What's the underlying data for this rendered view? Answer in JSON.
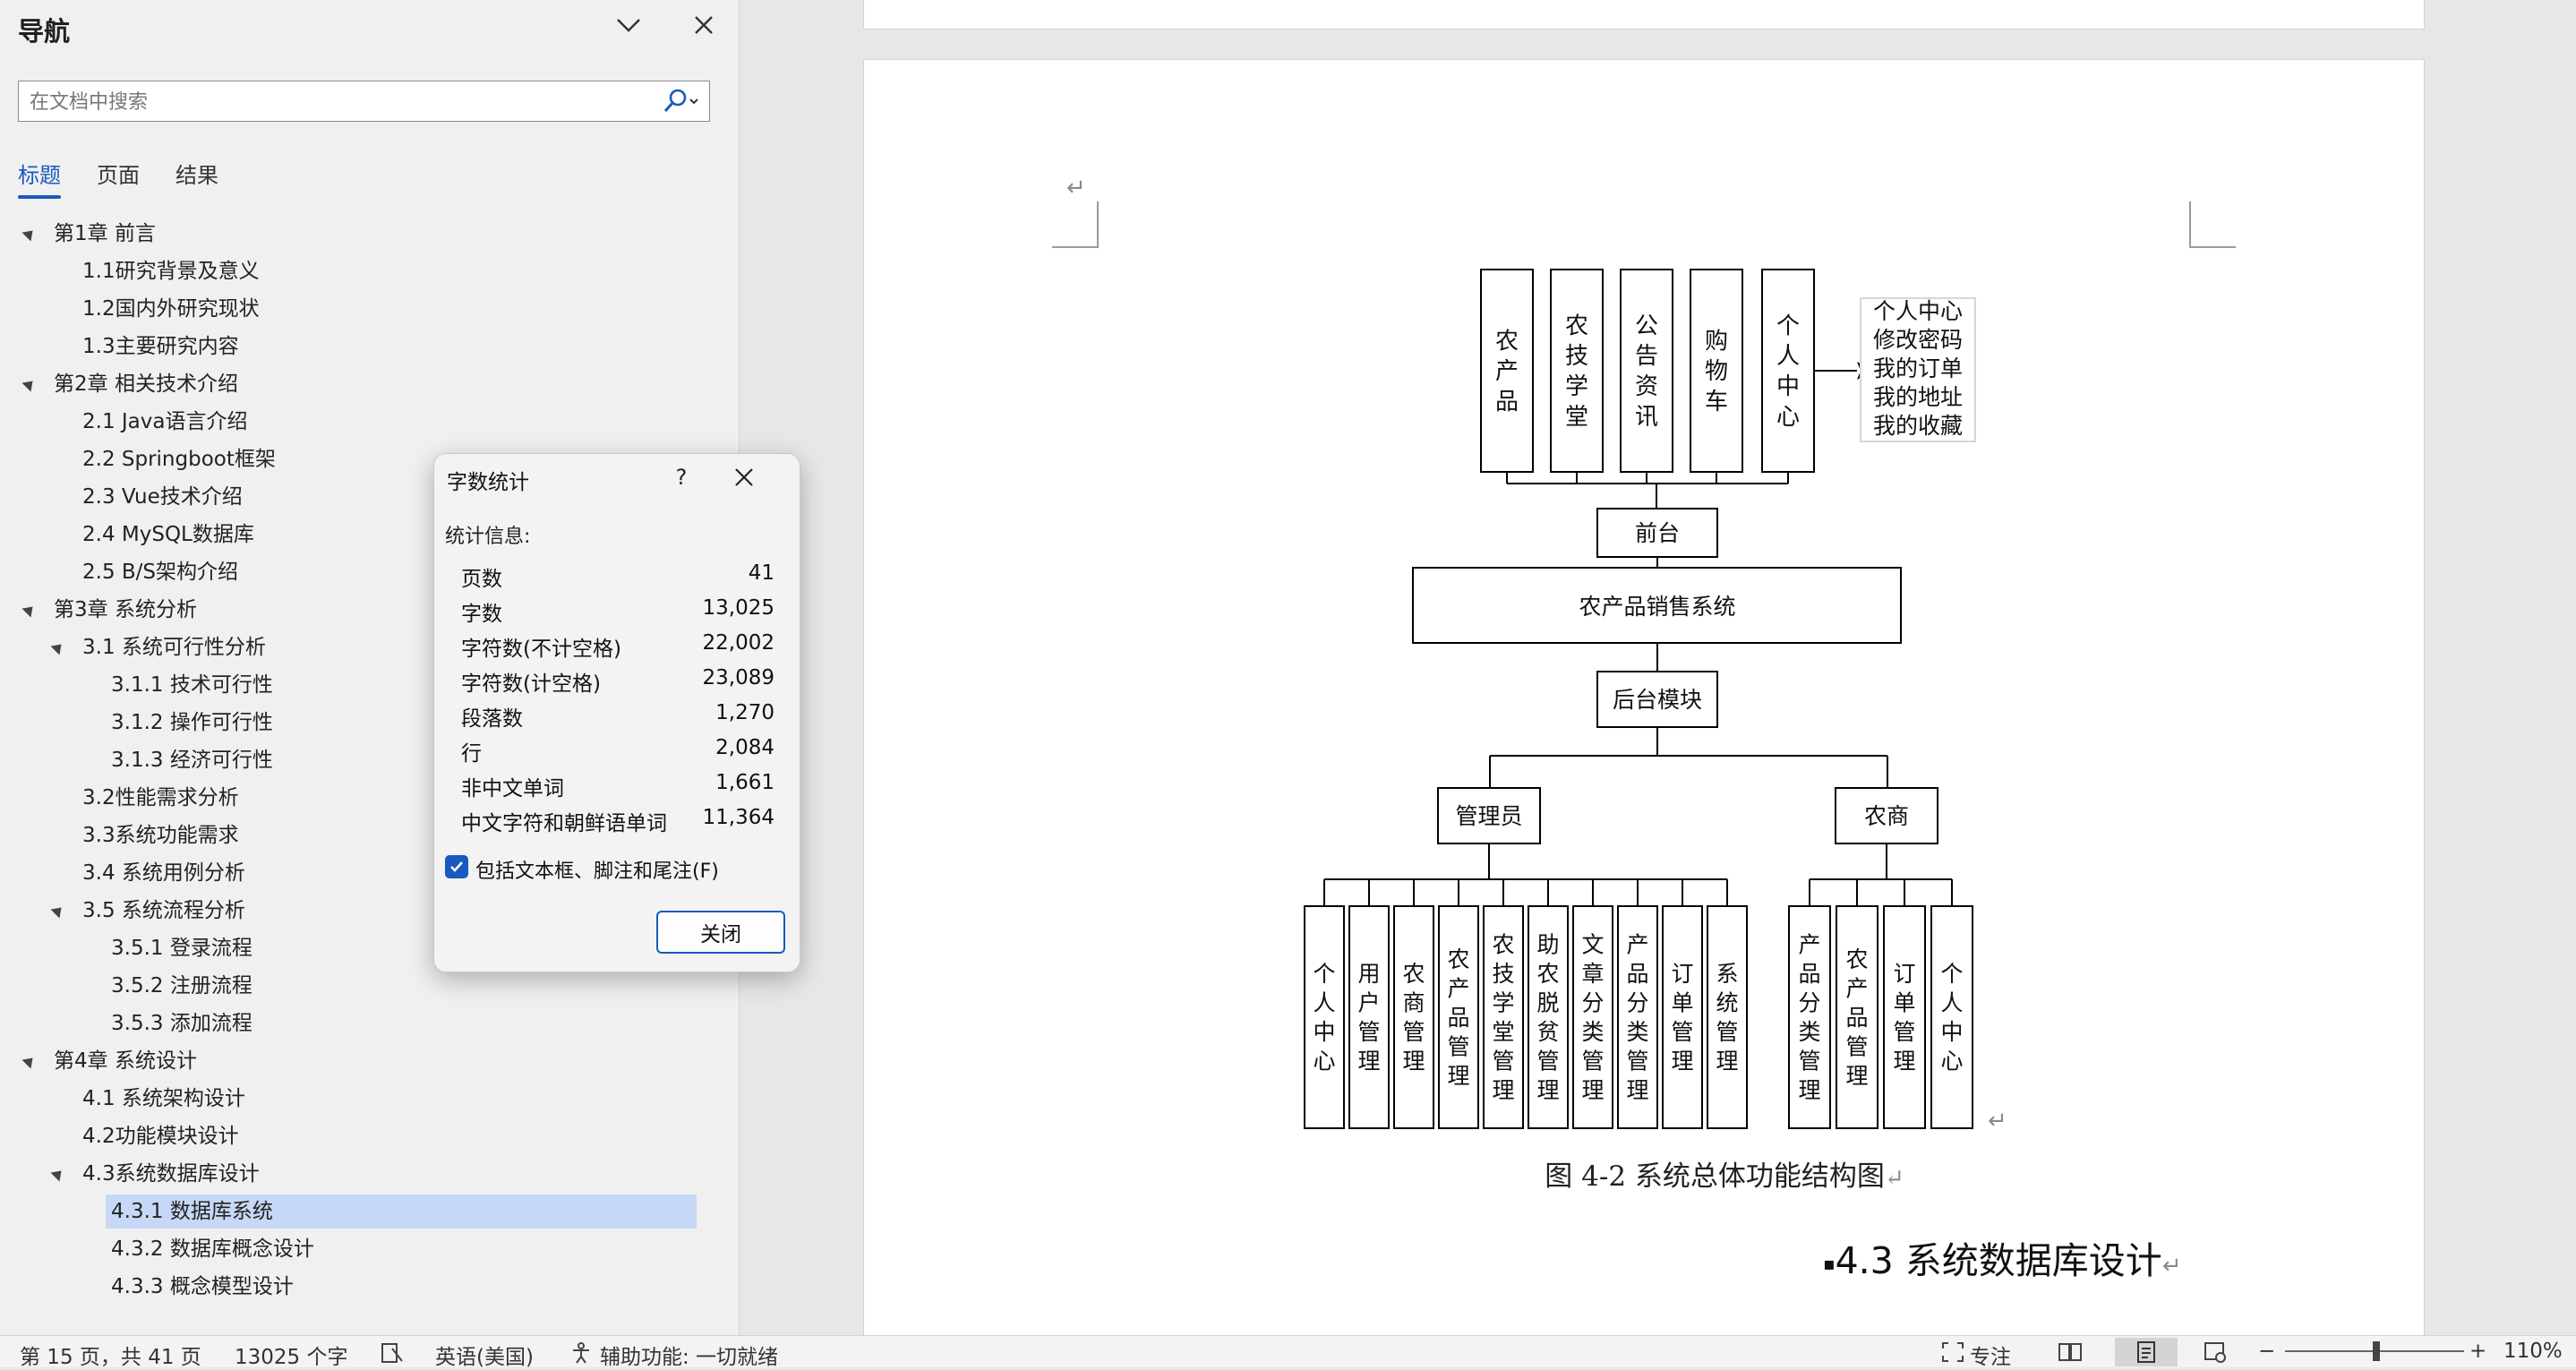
{
  "nav": {
    "title": "导航",
    "search_placeholder": "在文档中搜索",
    "tabs": [
      {
        "label": "标题",
        "active": true
      },
      {
        "label": "页面",
        "active": false
      },
      {
        "label": "结果",
        "active": false
      }
    ],
    "headings": [
      {
        "label": "第1章 前言",
        "level": 1,
        "expanded": true
      },
      {
        "label": "1.1研究背景及意义",
        "level": 2
      },
      {
        "label": "1.2国内外研究现状",
        "level": 2
      },
      {
        "label": "1.3主要研究内容",
        "level": 2
      },
      {
        "label": "第2章 相关技术介绍",
        "level": 1,
        "expanded": true
      },
      {
        "label": "2.1 Java语言介绍",
        "level": 2
      },
      {
        "label": "2.2 Springboot框架",
        "level": 2
      },
      {
        "label": "2.3 Vue技术介绍",
        "level": 2
      },
      {
        "label": "2.4 MySQL数据库",
        "level": 2
      },
      {
        "label": "2.5 B/S架构介绍",
        "level": 2
      },
      {
        "label": "第3章 系统分析",
        "level": 1,
        "expanded": true
      },
      {
        "label": "3.1 系统可行性分析",
        "level": 2,
        "expanded": true
      },
      {
        "label": "3.1.1 技术可行性",
        "level": 3
      },
      {
        "label": "3.1.2 操作可行性",
        "level": 3
      },
      {
        "label": "3.1.3 经济可行性",
        "level": 3
      },
      {
        "label": "3.2性能需求分析",
        "level": 2
      },
      {
        "label": "3.3系统功能需求",
        "level": 2
      },
      {
        "label": "3.4 系统用例分析",
        "level": 2
      },
      {
        "label": "3.5 系统流程分析",
        "level": 2,
        "expanded": true
      },
      {
        "label": "3.5.1 登录流程",
        "level": 3
      },
      {
        "label": "3.5.2 注册流程",
        "level": 3
      },
      {
        "label": "3.5.3 添加流程",
        "level": 3
      },
      {
        "label": "第4章 系统设计",
        "level": 1,
        "expanded": true
      },
      {
        "label": "4.1 系统架构设计",
        "level": 2
      },
      {
        "label": "4.2功能模块设计",
        "level": 2
      },
      {
        "label": "4.3系统数据库设计",
        "level": 2,
        "expanded": true
      },
      {
        "label": "4.3.1 数据库系统",
        "level": 3,
        "selected": true
      },
      {
        "label": "4.3.2 数据库概念设计",
        "level": 3
      },
      {
        "label": "4.3.3 概念模型设计",
        "level": 3
      }
    ]
  },
  "dialog": {
    "title": "字数统计",
    "help": "?",
    "section_label": "统计信息:",
    "stats": [
      {
        "label": "页数",
        "value": "41"
      },
      {
        "label": "字数",
        "value": "13,025"
      },
      {
        "label": "字符数(不计空格)",
        "value": "22,002"
      },
      {
        "label": "字符数(计空格)",
        "value": "23,089"
      },
      {
        "label": "段落数",
        "value": "1,270"
      },
      {
        "label": "行",
        "value": "2,084"
      },
      {
        "label": "非中文单词",
        "value": "1,661"
      },
      {
        "label": "中文字符和朝鲜语单词",
        "value": "11,364"
      }
    ],
    "checkbox_label": "包括文本框、脚注和尾注(F)",
    "checkbox_checked": true,
    "close_label": "关闭"
  },
  "document": {
    "figure": {
      "front_modules": [
        "农产品",
        "农技学堂",
        "公告资讯",
        "购物车",
        "个人中心"
      ],
      "personal_center_items": [
        "个人中心",
        "修改密码",
        "我的订单",
        "我的地址",
        "我的收藏"
      ],
      "front_label": "前台",
      "system_label": "农产品销售系统",
      "backend_label": "后台模块",
      "admin_label": "管理员",
      "merchant_label": "农商",
      "admin_modules": [
        "个人中心",
        "用户管理",
        "农商管理",
        "农产品管理",
        "农技学堂管理",
        "助农脱贫管理",
        "文章分类管理",
        "产品分类管理",
        "订单管理",
        "系统管理"
      ],
      "merchant_modules": [
        "产品分类管理",
        "农产品管理",
        "订单管理",
        "个人中心"
      ]
    },
    "caption": "图 4-2  系统总体功能结构图",
    "section_heading": "4.3 系统数据库设计",
    "paragraph_mark": "↵"
  },
  "status_bar": {
    "page_info": "第 15 页，共 41 页",
    "word_count": "13025 个字",
    "language": "英语(美国)",
    "accessibility": "辅助功能: 一切就绪",
    "focus_label": "专注",
    "zoom": "110%",
    "zoom_minus": "−",
    "zoom_plus": "+"
  },
  "colors": {
    "accent": "#185abd",
    "selected_heading": "#c6d8f6"
  }
}
